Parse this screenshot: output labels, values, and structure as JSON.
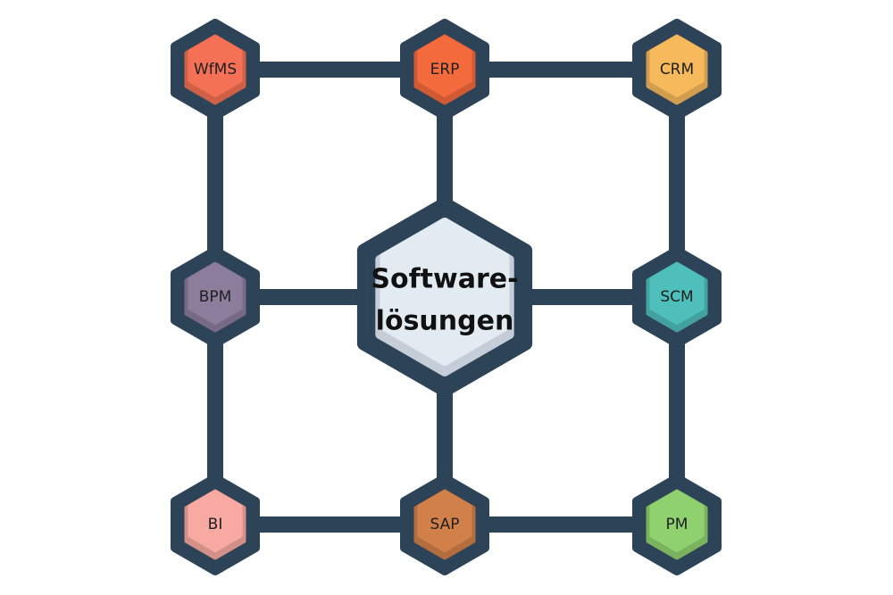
{
  "diagram": {
    "center": {
      "line1": "Software-",
      "line2": "lösungen",
      "color": "#e3ebf2"
    },
    "nodes": [
      {
        "id": "wfms",
        "label": "WfMS",
        "color": "#f47155"
      },
      {
        "id": "erp",
        "label": "ERP",
        "color": "#f36a3c"
      },
      {
        "id": "crm",
        "label": "CRM",
        "color": "#f6b95c"
      },
      {
        "id": "bpm",
        "label": "BPM",
        "color": "#8c7d9c"
      },
      {
        "id": "scm",
        "label": "SCM",
        "color": "#4fbfbb"
      },
      {
        "id": "bi",
        "label": "BI",
        "color": "#f8a9a1"
      },
      {
        "id": "sap",
        "label": "SAP",
        "color": "#d2804a"
      },
      {
        "id": "pm",
        "label": "PM",
        "color": "#8fd16f"
      }
    ],
    "frame_color": "#2d4357"
  }
}
